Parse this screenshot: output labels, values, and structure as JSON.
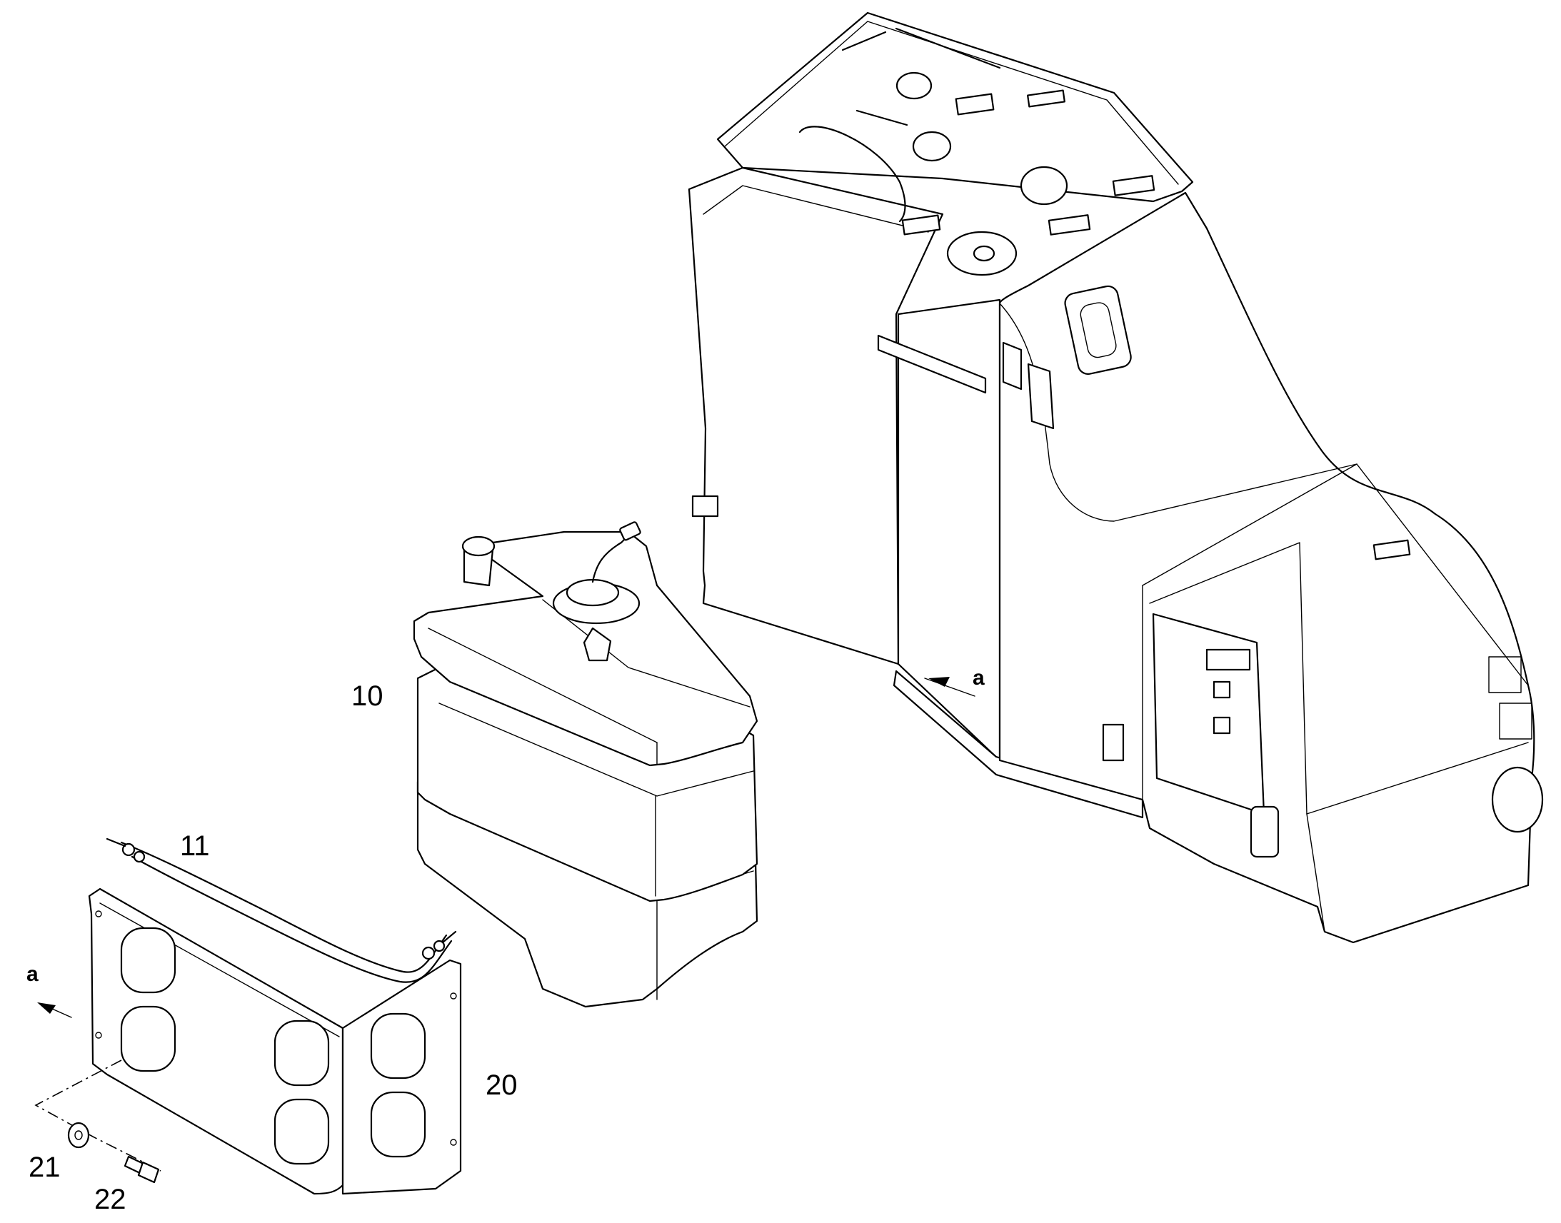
{
  "callouts": {
    "tank": "10",
    "cable": "11",
    "bracket": "20",
    "washer": "21",
    "bolt": "22"
  },
  "view_markers": {
    "frame_arrow": "a",
    "bracket_arrow": "a"
  }
}
